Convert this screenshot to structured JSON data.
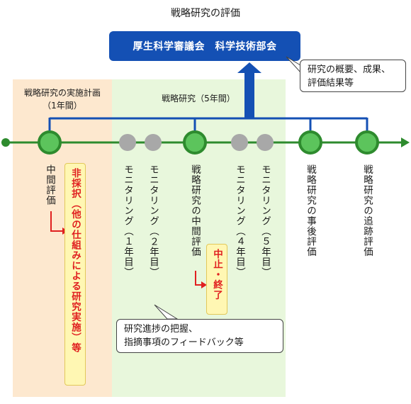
{
  "title": "戦略研究の評価",
  "council": "厚生科学審議会　科学技術部会",
  "callout_top": [
    "研究の概要、成果、",
    "評価結果等"
  ],
  "plan_period": [
    "戦略研究の実施計画",
    "（1年間）"
  ],
  "five_year_period": "戦略研究（5年間）",
  "stages": {
    "midterm_plan": "中間評価",
    "rejected": "非採択（他の仕組みによる研究実施）等",
    "monitor1": "モニタリング（１年目）",
    "monitor2": "モニタリング（２年目）",
    "midterm_eval": "戦略研究の中間評価",
    "stop": "中止・終了",
    "monitor4": "モニタリング（４年目）",
    "monitor5": "モニタリング（５年目）",
    "post_eval": "戦略研究の事後評価",
    "follow_eval": "戦略研究の追跡評価"
  },
  "callout_bottom": [
    "研究進捗の把握、",
    "指摘事項のフィードバック等"
  ],
  "colors": {
    "blue": "#1450b4",
    "green_line": "#2e8b2e",
    "node_green": "#5cc45c",
    "node_gray": "#a8a8a8",
    "red": "#e02020"
  }
}
